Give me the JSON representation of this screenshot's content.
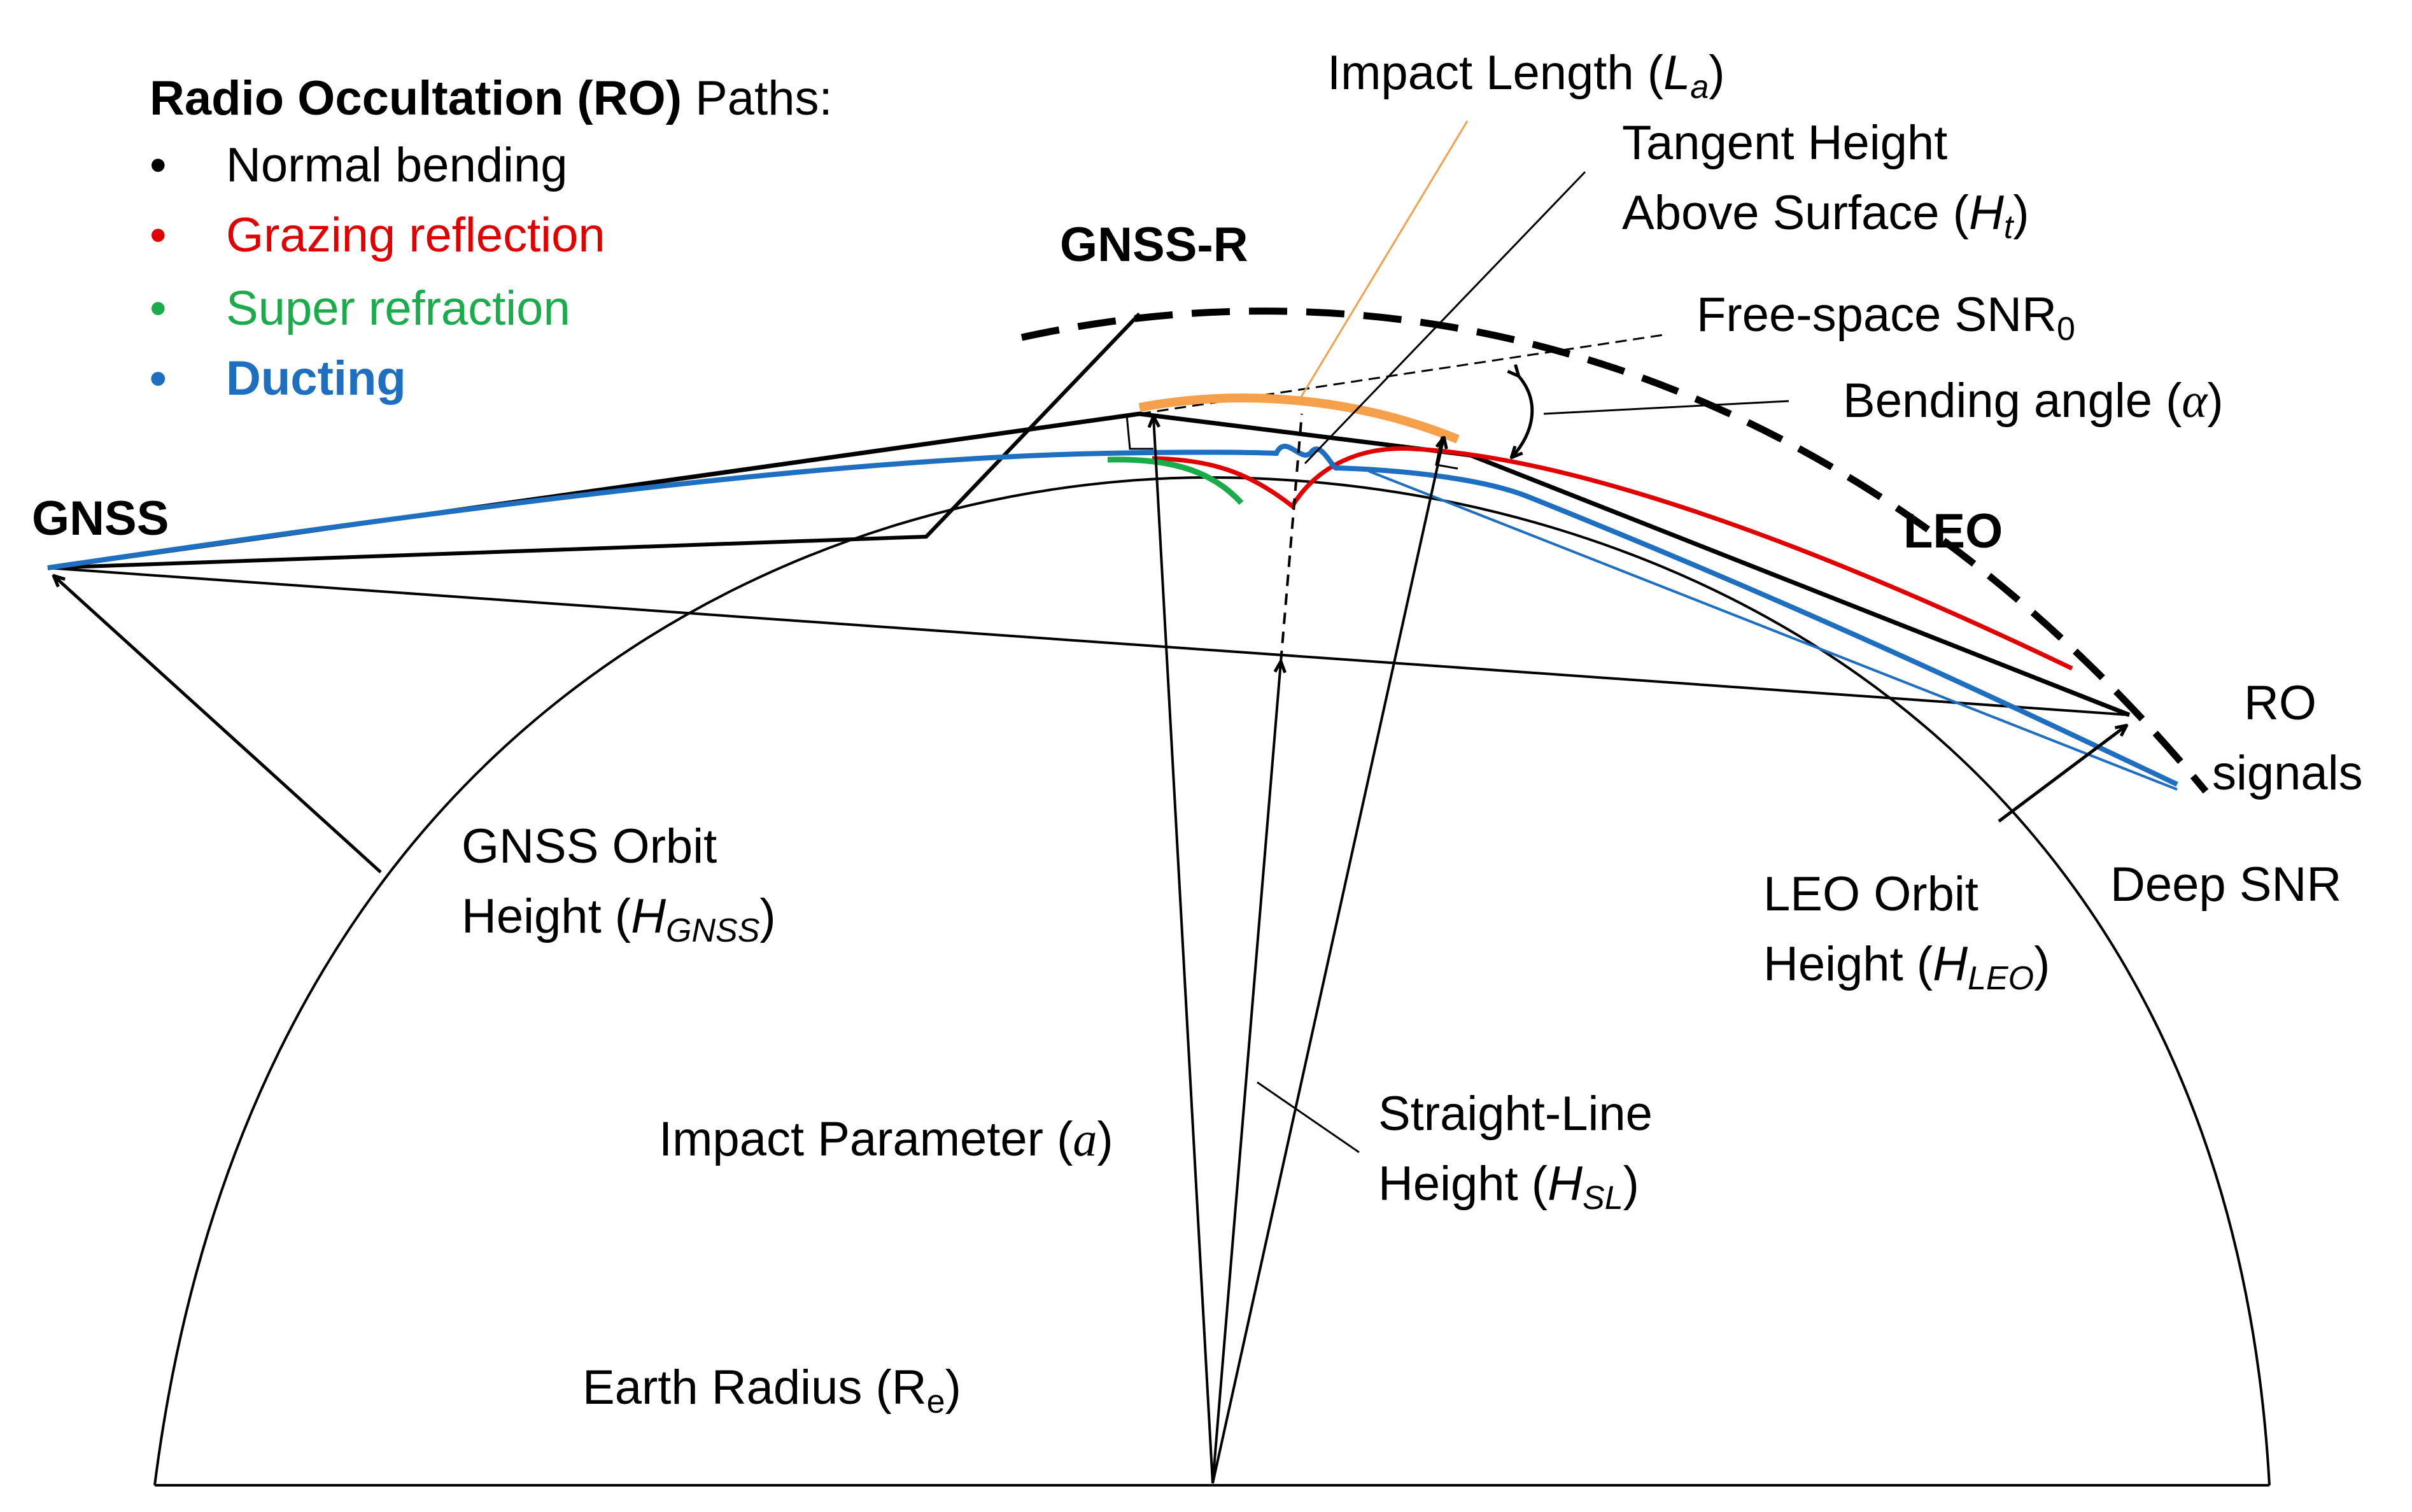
{
  "legend": {
    "title_bold": "Radio Occultation (RO)",
    "title_rest": " Paths:",
    "items": [
      {
        "bullet": "•",
        "label": "Normal bending",
        "color": "#000000"
      },
      {
        "bullet": "•",
        "label": "Grazing reflection",
        "color": "#e00000"
      },
      {
        "bullet": "•",
        "label": "Super refraction",
        "color": "#1aab4a"
      },
      {
        "bullet": "•",
        "label": "Ducting",
        "color": "#1f6fc0"
      }
    ]
  },
  "labels": {
    "gnss": "GNSS",
    "gnss_r": "GNSS-R",
    "leo": "LEO",
    "ro_signals_1": "RO",
    "ro_signals_2": "signals",
    "deep_snr": "Deep SNR",
    "impact_length_text": "Impact Length (",
    "impact_length_sym": "L",
    "impact_length_sub": "a",
    "impact_length_close": ")",
    "tangent_1": "Tangent Height",
    "tangent_2_text": "Above Surface (",
    "tangent_2_sym": "H",
    "tangent_2_sub": "t",
    "tangent_2_close": ")",
    "free_space_text": "Free-space SNR",
    "free_space_sub": "0",
    "bending_text": "Bending angle (",
    "bending_sym": "α",
    "bending_close": ")",
    "gnss_orbit_1": "GNSS Orbit",
    "gnss_orbit_2_text": "Height (",
    "gnss_orbit_2_sym": "H",
    "gnss_orbit_2_sub": "GNSS",
    "gnss_orbit_2_close": ")",
    "leo_orbit_1": "LEO Orbit",
    "leo_orbit_2_text": "Height (",
    "leo_orbit_2_sym": "H",
    "leo_orbit_2_sub": "LEO",
    "leo_orbit_2_close": ")",
    "impact_param_text": "Impact Parameter (",
    "impact_param_sym": "a",
    "impact_param_close": ")",
    "straight_1": "Straight-Line",
    "straight_2_text": "Height (",
    "straight_2_sym": "H",
    "straight_2_sub": "SL",
    "straight_2_close": ")",
    "earth_radius_text": "Earth Radius (R",
    "earth_radius_sub": "e",
    "earth_radius_close": ")"
  },
  "colors": {
    "normal": "#000000",
    "grazing": "#e00000",
    "super_refraction": "#1aab4a",
    "ducting": "#1f6fc0",
    "impact_length": "#f7a04c",
    "impact_length_leader": "#f4a04c"
  }
}
